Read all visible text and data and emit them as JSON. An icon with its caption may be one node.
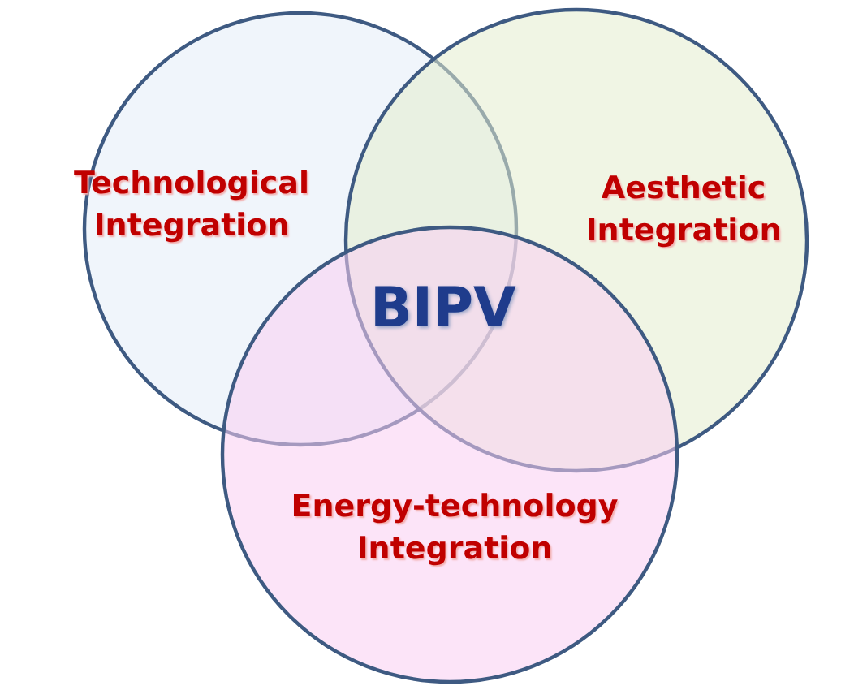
{
  "diagram": {
    "nodes": [
      {
        "text": [
          "Technological Integration"
        ]
      },
      {
        "text": [
          "Aesthetic Integration"
        ]
      },
      {
        "text": [
          "Energy-technology Integration"
        ]
      }
    ],
    "labels": [
      "BIPV"
    ]
  }
}
